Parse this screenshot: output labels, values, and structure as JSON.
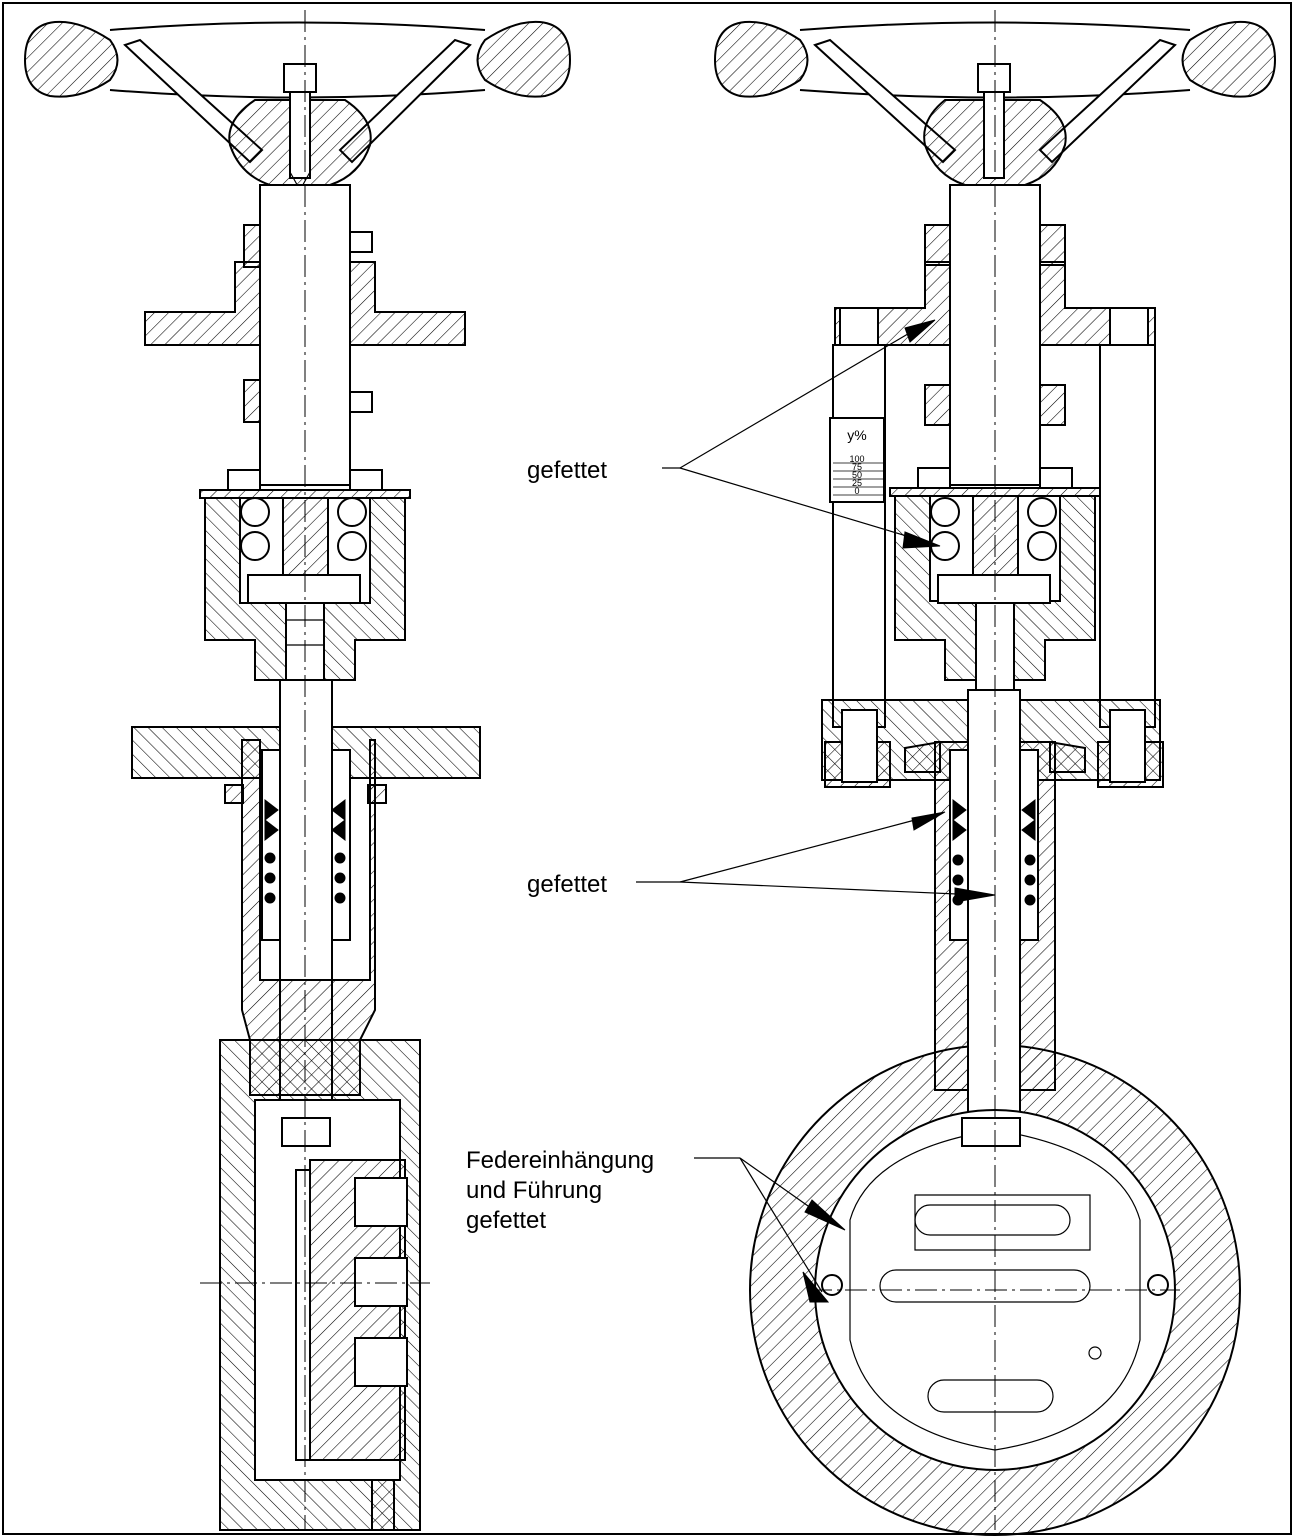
{
  "labels": {
    "greased_upper": "gefettet",
    "greased_lower": "gefettet",
    "spring_line1": "Federeinhängung",
    "spring_line2": "und Führung",
    "spring_line3": "gefettet"
  },
  "position_scale": {
    "unit": "y%",
    "marks": [
      "100",
      "75",
      "50",
      "25",
      "0"
    ]
  },
  "colors": {
    "line": "#000000",
    "background": "#ffffff"
  }
}
